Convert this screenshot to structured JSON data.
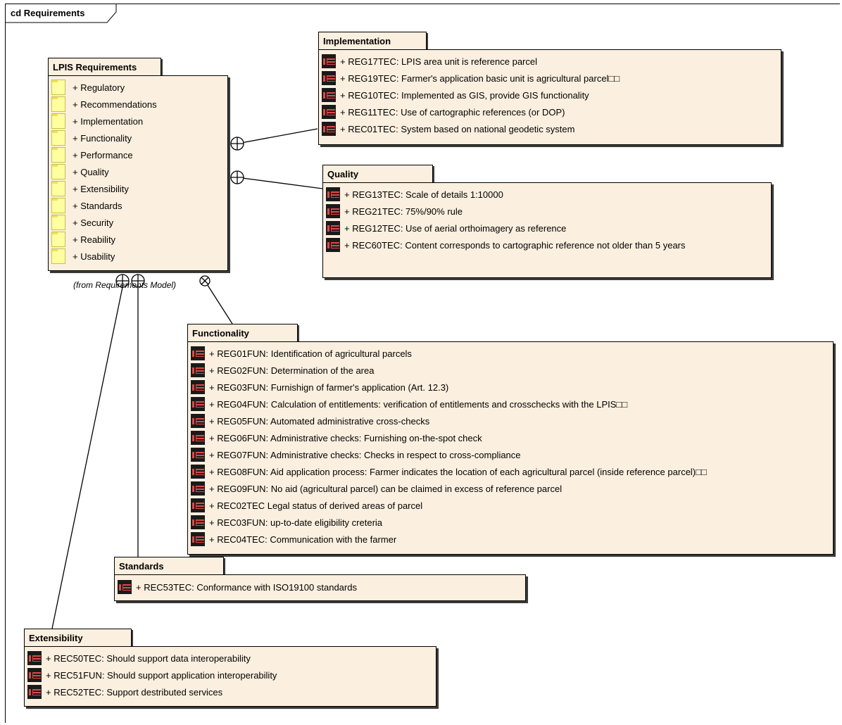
{
  "frame": {
    "label": "cd Requirements"
  },
  "lpis": {
    "title": "LPIS Requirements",
    "items": [
      "+ Regulatory",
      "+ Recommendations",
      "+ Implementation",
      "+ Functionality",
      "+ Performance",
      "+ Quality",
      "+ Extensibility",
      "+ Standards",
      "+ Security",
      "+ Reability",
      "+ Usability"
    ],
    "from_note": "(from Requirements Model)"
  },
  "implementation": {
    "title": "Implementation",
    "items": [
      "+ REG17TEC: LPIS area unit is reference parcel",
      "+ REG19TEC: Farmer's application basic unit is agricultural parcel□□",
      "+ REG10TEC: Implemented as GIS, provide GIS functionality",
      "+ REG11TEC: Use of  cartographic references (or DOP)",
      "+ REC01TEC:  System based on national geodetic system"
    ]
  },
  "quality": {
    "title": "Quality",
    "items": [
      "+ REG13TEC: Scale of details 1:10000",
      "+ REG21TEC: 75%/90% rule",
      "+ REG12TEC: Use of aerial orthoimagery as  reference",
      "+ REC60TEC: Content corresponds to cartographic reference  not older than 5 years"
    ]
  },
  "functionality": {
    "title": "Functionality",
    "items": [
      "+ REG01FUN: Identification of agricultural parcels",
      "+ REG02FUN: Determination of the area",
      "+ REG03FUN: Furnishign of farmer's application (Art. 12.3)",
      "+ REG04FUN: Calculation of entitlements: verification of entitlements and crosschecks with the LPIS□□",
      "+ REG05FUN: Automated administrative cross-checks",
      "+ REG06FUN: Administrative checks: Furnishing on-the-spot check",
      "+ REG07FUN: Administrative checks: Checks in respect to cross-compliance",
      "+ REG08FUN: Aid application process:  Farmer indicates the location of each agricultural parcel (inside reference parcel)□□",
      "+ REG09FUN: No aid (agricultural parcel) can be claimed in excess of reference parcel",
      "+ REC02TEC Legal status of derived areas of parcel",
      "+ REC03FUN: up-to-date eligibility creteria",
      "+ REC04TEC: Communication with the farmer"
    ]
  },
  "standards": {
    "title": "Standards",
    "items": [
      "+ REC53TEC: Conformance with ISO19100 standards"
    ]
  },
  "extensibility": {
    "title": "Extensibility",
    "items": [
      "+ REC50TEC: Should support data interoperability",
      "+ REC51FUN: Should support application interoperability",
      "+ REC52TEC: Support destributed services"
    ]
  }
}
